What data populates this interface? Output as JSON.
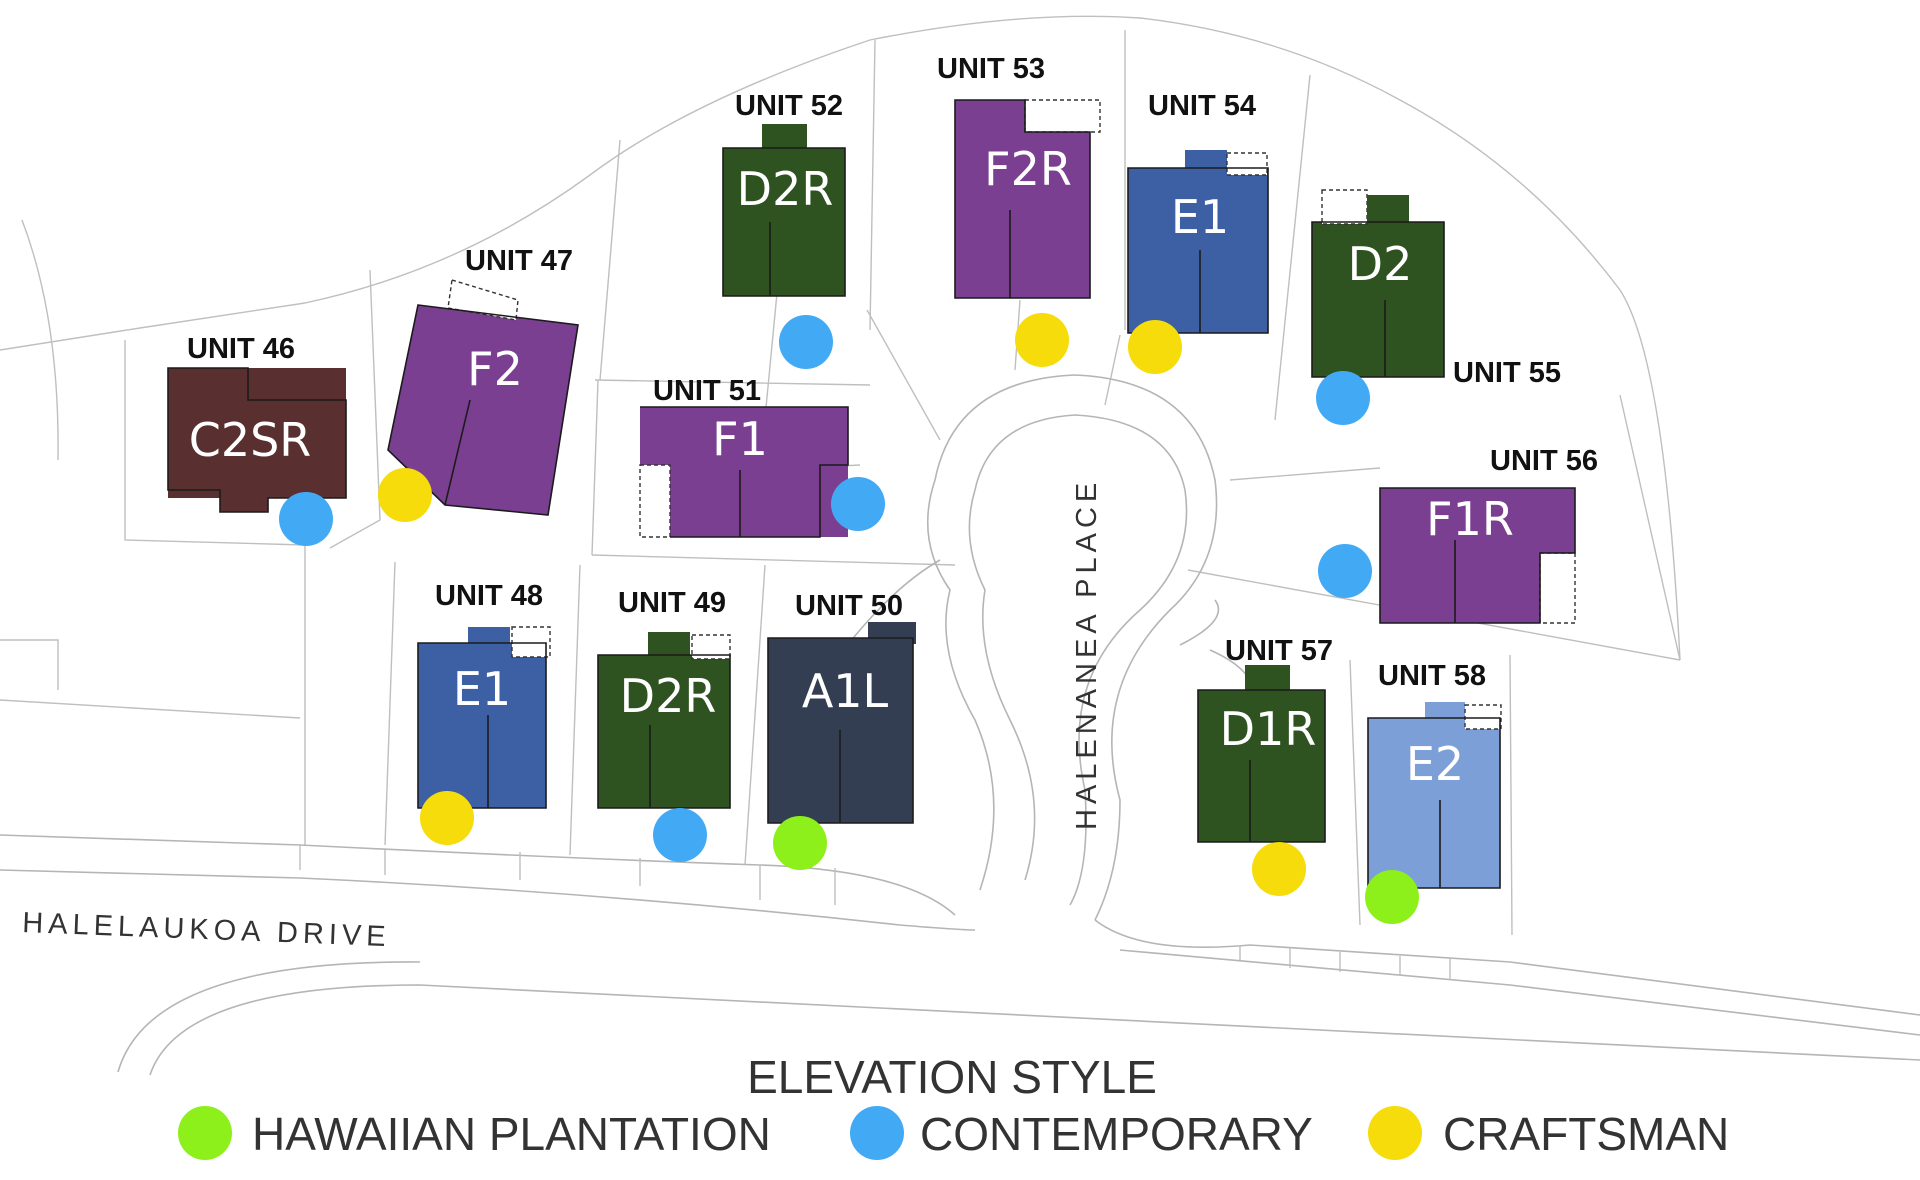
{
  "colors": {
    "F": "#7b3f92",
    "D": "#2f5221",
    "E1": "#3d5fa3",
    "E2": "#7b9fd6",
    "C": "#5a2f2f",
    "A": "#343e52",
    "hawaiian_plantation": "#8ef01a",
    "contemporary": "#42aaf5",
    "craftsman": "#f5dc0a"
  },
  "streets": {
    "drive": "HALELAUKOA DRIVE",
    "place": "HALENANEA PLACE"
  },
  "units": [
    {
      "label": "UNIT 46",
      "plan": "C2SR",
      "style": "contemporary",
      "color_key": "C"
    },
    {
      "label": "UNIT 47",
      "plan": "F2",
      "style": "craftsman",
      "color_key": "F"
    },
    {
      "label": "UNIT 48",
      "plan": "E1",
      "style": "craftsman",
      "color_key": "E1"
    },
    {
      "label": "UNIT 49",
      "plan": "D2R",
      "style": "contemporary",
      "color_key": "D"
    },
    {
      "label": "UNIT 50",
      "plan": "A1L",
      "style": "hawaiian_plantation",
      "color_key": "A"
    },
    {
      "label": "UNIT 51",
      "plan": "F1",
      "style": "contemporary",
      "color_key": "F"
    },
    {
      "label": "UNIT 52",
      "plan": "D2R",
      "style": "contemporary",
      "color_key": "D"
    },
    {
      "label": "UNIT 53",
      "plan": "F2R",
      "style": "craftsman",
      "color_key": "F"
    },
    {
      "label": "UNIT 54",
      "plan": "E1",
      "style": "craftsman",
      "color_key": "E1"
    },
    {
      "label": "UNIT 55",
      "plan": "D2",
      "style": "contemporary",
      "color_key": "D"
    },
    {
      "label": "UNIT 56",
      "plan": "F1R",
      "style": "contemporary",
      "color_key": "F"
    },
    {
      "label": "UNIT 57",
      "plan": "D1R",
      "style": "craftsman",
      "color_key": "D"
    },
    {
      "label": "UNIT 58",
      "plan": "E2",
      "style": "hawaiian_plantation",
      "color_key": "E2"
    }
  ],
  "legend": {
    "title": "ELEVATION STYLE",
    "items": [
      {
        "key": "hawaiian_plantation",
        "label": "HAWAIIAN PLANTATION"
      },
      {
        "key": "contemporary",
        "label": "CONTEMPORARY"
      },
      {
        "key": "craftsman",
        "label": "CRAFTSMAN"
      }
    ]
  }
}
